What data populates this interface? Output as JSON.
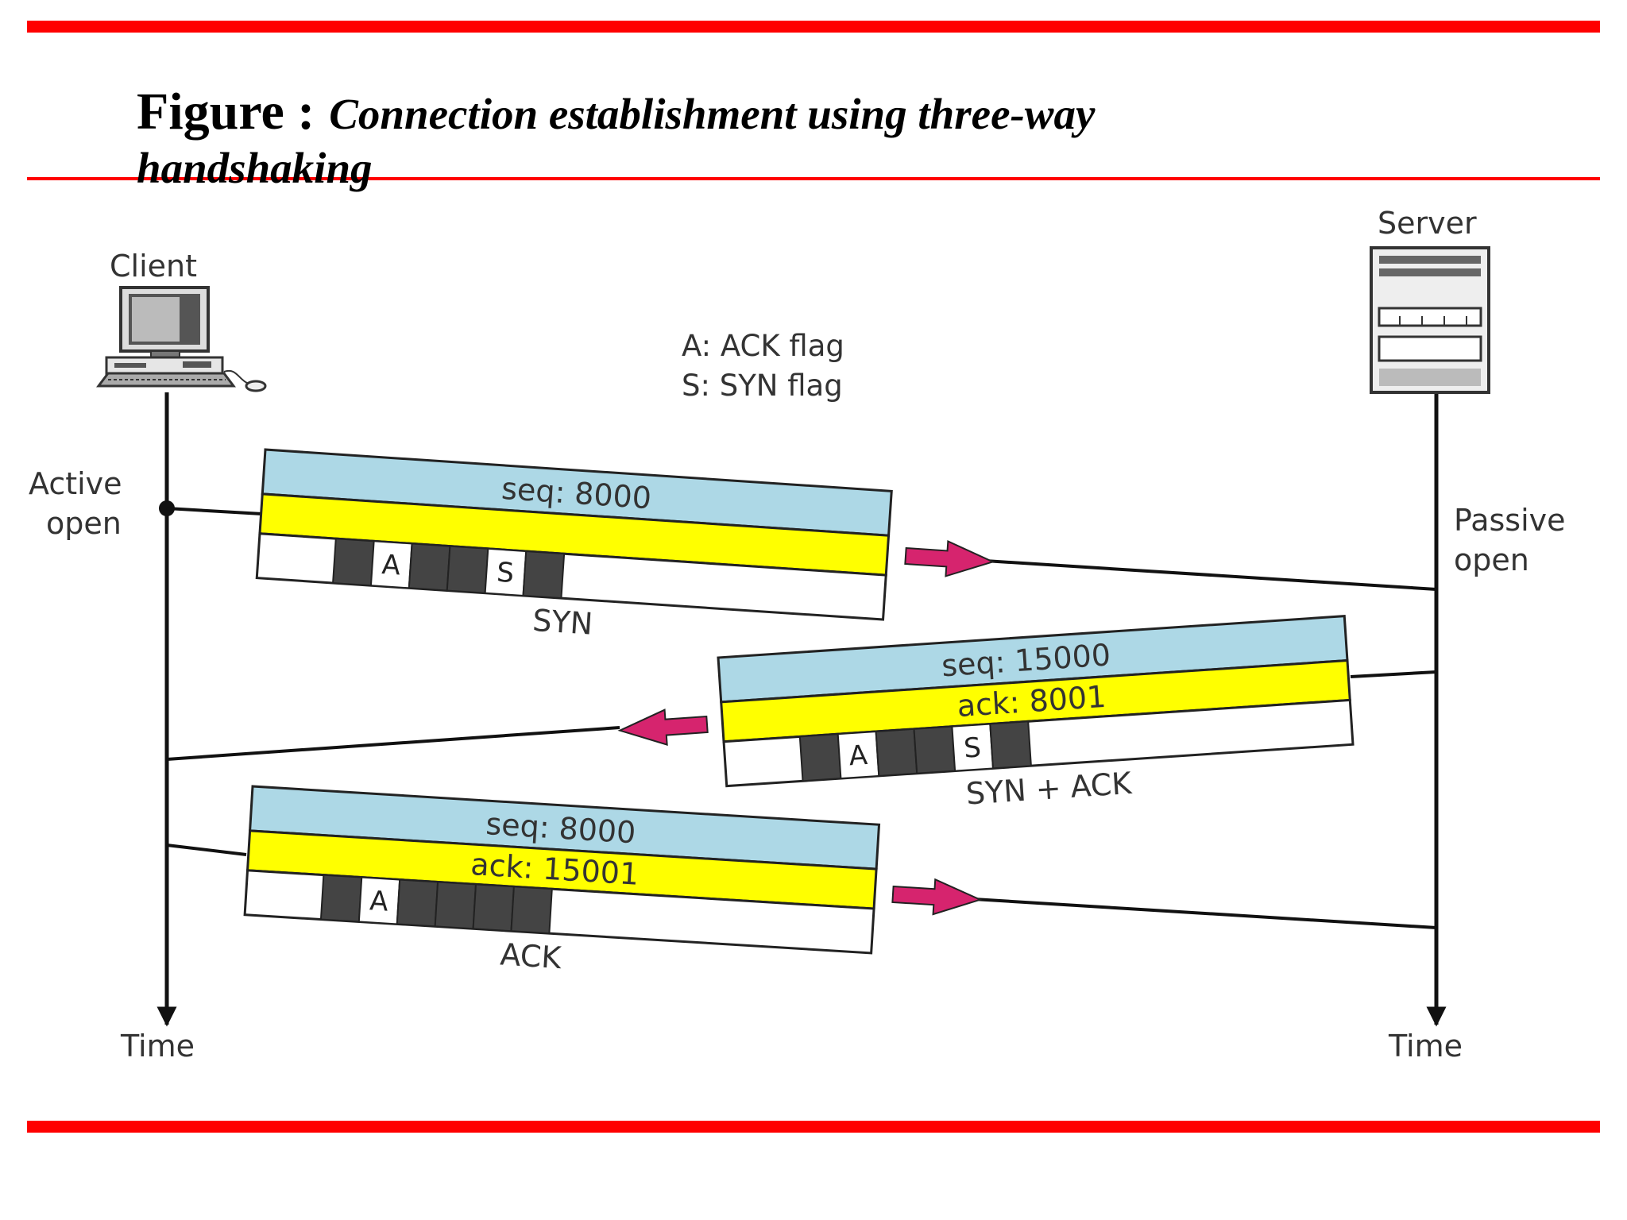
{
  "title": {
    "prefix": "Figure :",
    "line1": "Connection establishment using three-way",
    "line2": "handshaking"
  },
  "hosts": {
    "client": "Client",
    "server": "Server"
  },
  "legend": {
    "ack_flag": "A: ACK flag",
    "syn_flag": "S: SYN flag"
  },
  "client_side": {
    "event_line1": "Active",
    "event_line2": "open",
    "time": "Time"
  },
  "server_side": {
    "event_line1": "Passive",
    "event_line2": "open",
    "time": "Time"
  },
  "segments": [
    {
      "seq": "seq: 8000",
      "ack": "",
      "flag_a": "A",
      "flag_s": "S",
      "name": "SYN"
    },
    {
      "seq": "seq: 15000",
      "ack": "ack: 8001",
      "flag_a": "A",
      "flag_s": "S",
      "name": "SYN + ACK"
    },
    {
      "seq": "seq: 8000",
      "ack": "ack: 15001",
      "flag_a": "A",
      "flag_s": "",
      "name": "ACK"
    }
  ],
  "colors": {
    "rule_red": "#ff0000",
    "seq_band": "#add8e6",
    "ack_band": "#ffff00",
    "flag_dark": "#444444",
    "arrow_magenta": "#d6246e"
  }
}
